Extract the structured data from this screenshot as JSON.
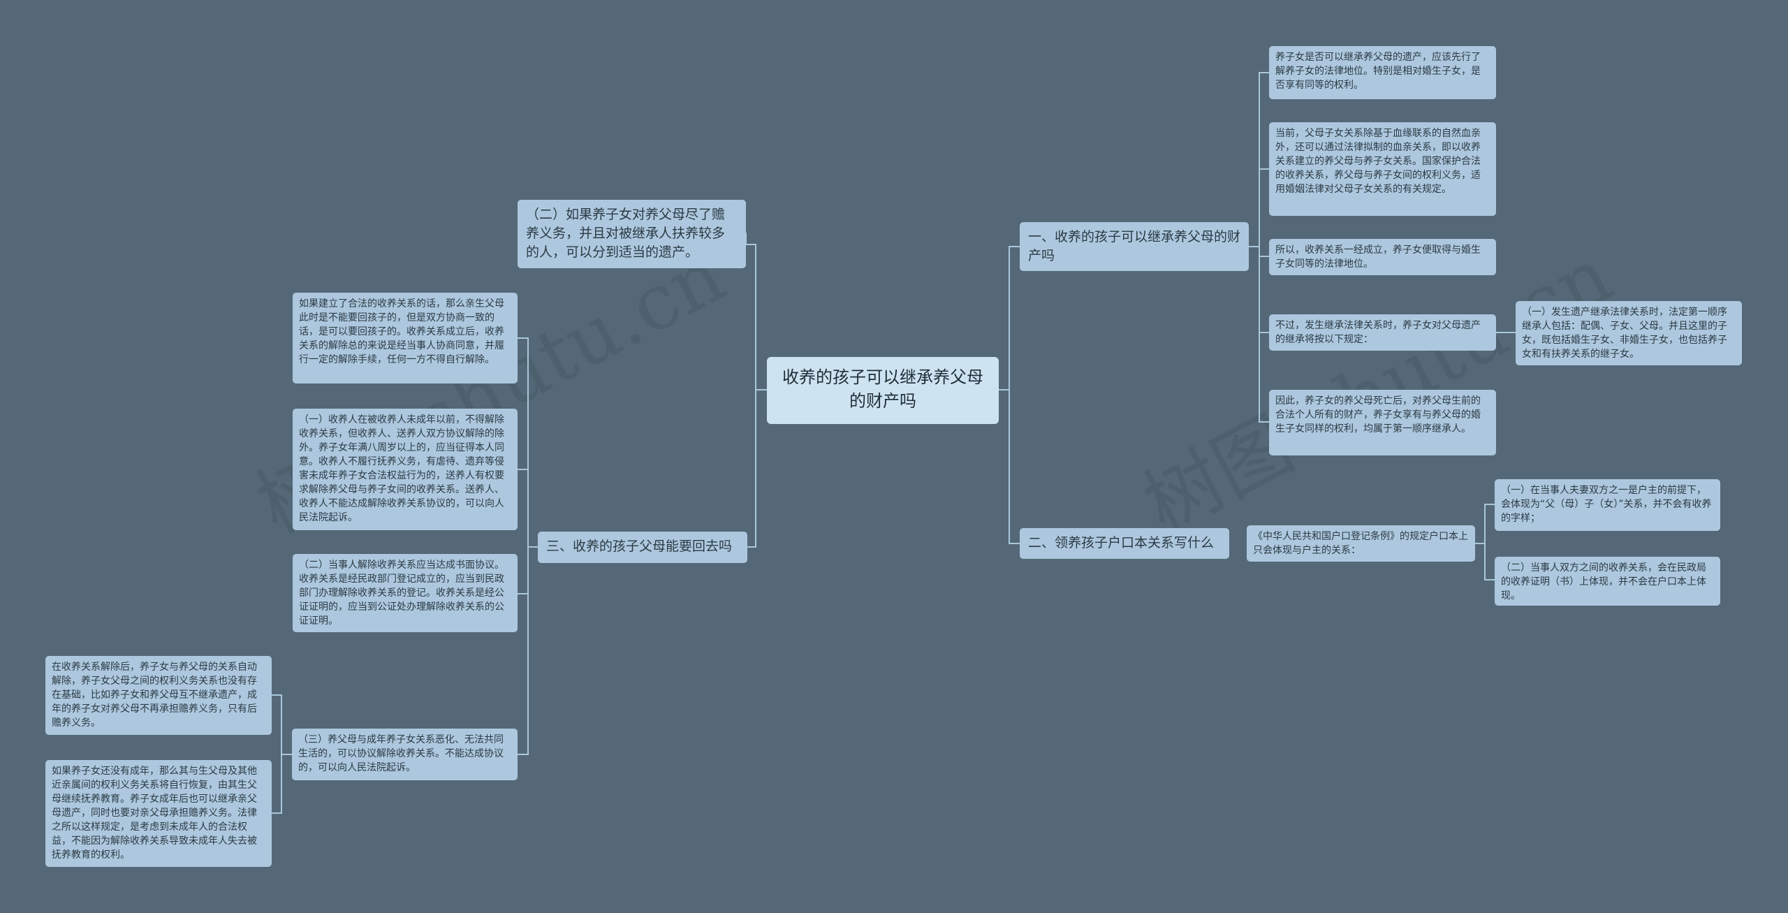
{
  "root": "收养的孩子可以继承养父母的财产吗",
  "watermark": "树图 shutu.cn",
  "left": {
    "b2": "（二）如果养子女对养父母尽了赡养义务，并且对被继承人扶养较多的人，可以分到适当的遗产。",
    "b3": "三、收养的孩子父母能要回去吗",
    "b3_children": {
      "c1": "如果建立了合法的收养关系的话，那么亲生父母此时是不能要回孩子的，但是双方协商一致的话，是可以要回孩子的。收养关系成立后，收养关系的解除总的来说是经当事人协商同意，并履行一定的解除手续，任何一方不得自行解除。",
      "c2": "（一）收养人在被收养人未成年以前，不得解除收养关系，但收养人、送养人双方协议解除的除外。养子女年满八周岁以上的，应当征得本人同意。收养人不履行抚养义务，有虐待、遗弃等侵害未成年养子女合法权益行为的，送养人有权要求解除养父母与养子女间的收养关系。送养人、收养人不能达成解除收养关系协议的，可以向人民法院起诉。",
      "c3": "（二）当事人解除收养关系应当达成书面协议。收养关系是经民政部门登记成立的，应当到民政部门办理解除收养关系的登记。收养关系是经公证证明的，应当到公证处办理解除收养关系的公证证明。",
      "c4": "（三）养父母与成年养子女关系恶化、无法共同生活的，可以协议解除收养关系。不能达成协议的，可以向人民法院起诉。",
      "c4_children": {
        "d1": "在收养关系解除后，养子女与养父母的关系自动解除，养子女父母之间的权利义务关系也没有存在基础，比如养子女和养父母互不继承遗产，成年的养子女对养父母不再承担赡养义务，只有后赡养义务。",
        "d2": "如果养子女还没有成年，那么其与生父母及其他近亲属间的权利义务关系将自行恢复，由其生父母继续抚养教育。养子女成年后也可以继承亲父母遗产，同时也要对亲父母承担赡养义务。法律之所以这样规定，是考虑到未成年人的合法权益，不能因为解除收养关系导致未成年人失去被抚养教育的权利。"
      }
    }
  },
  "right": {
    "b1": "一、收养的孩子可以继承养父母的财产吗",
    "b1_children": {
      "r1": "养子女是否可以继承养父母的遗产，应该先行了解养子女的法律地位。特别是相对婚生子女，是否享有同等的权利。",
      "r2": "当前，父母子女关系除基于血缘联系的自然血亲外，还可以通过法律拟制的血亲关系，即以收养关系建立的养父母与养子女关系。国家保护合法的收养关系，养父母与养子女间的权利义务，适用婚姻法律对父母子女关系的有关规定。",
      "r3": "所以，收养关系一经成立，养子女便取得与婚生子女同等的法律地位。",
      "r4": "不过，发生继承法律关系时，养子女对父母遗产的继承将按以下规定：",
      "r4_child": "（一）发生遗产继承法律关系时，法定第一顺序继承人包括：配偶、子女、父母。并且这里的子女，既包括婚生子女、非婚生子女，也包括养子女和有扶养关系的继子女。",
      "r5": "因此，养子女的养父母死亡后，对养父母生前的合法个人所有的财产，养子女享有与养父母的婚生子女同样的权利，均属于第一顺序继承人。"
    },
    "b2": "二、领养孩子户口本关系写什么",
    "b2_child": "《中华人民共和国户口登记条例》的规定户口本上只会体现与户主的关系：",
    "b2_grandchildren": {
      "g1": "（一）在当事人夫妻双方之一是户主的前提下，会体现为“父（母）子（女）”关系，并不会有收养的字样；",
      "g2": "（二）当事人双方之间的收养关系，会在民政局的收养证明（书）上体现，并不会在户口本上体现。"
    }
  }
}
